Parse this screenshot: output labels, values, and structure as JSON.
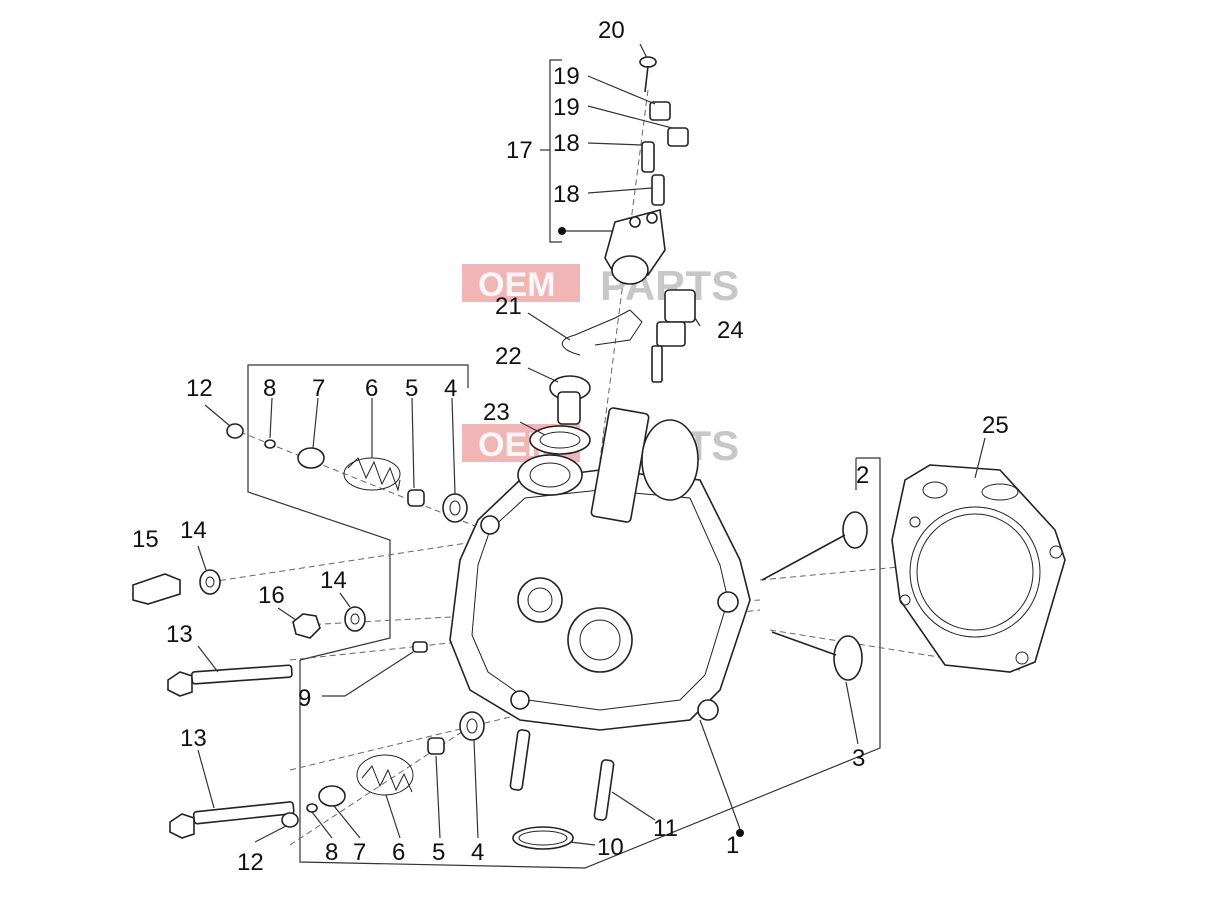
{
  "callouts": {
    "c1": "1",
    "c2": "2",
    "c3": "3",
    "c4a": "4",
    "c4b": "4",
    "c5a": "5",
    "c5b": "5",
    "c6a": "6",
    "c6b": "6",
    "c7a": "7",
    "c7b": "7",
    "c8a": "8",
    "c8b": "8",
    "c9": "9",
    "c10": "10",
    "c11": "11",
    "c12a": "12",
    "c12b": "12",
    "c13a": "13",
    "c13b": "13",
    "c14a": "14",
    "c14b": "14",
    "c15": "15",
    "c16": "16",
    "c17": "17",
    "c18a": "18",
    "c18b": "18",
    "c19a": "19",
    "c19b": "19",
    "c20": "20",
    "c21": "21",
    "c22": "22",
    "c23": "23",
    "c24": "24",
    "c25": "25"
  },
  "watermark": {
    "left": "OEM",
    "right": "PARTS"
  },
  "colors": {
    "line": "#333333",
    "watermark": "#e8787a",
    "text": "#111111"
  }
}
